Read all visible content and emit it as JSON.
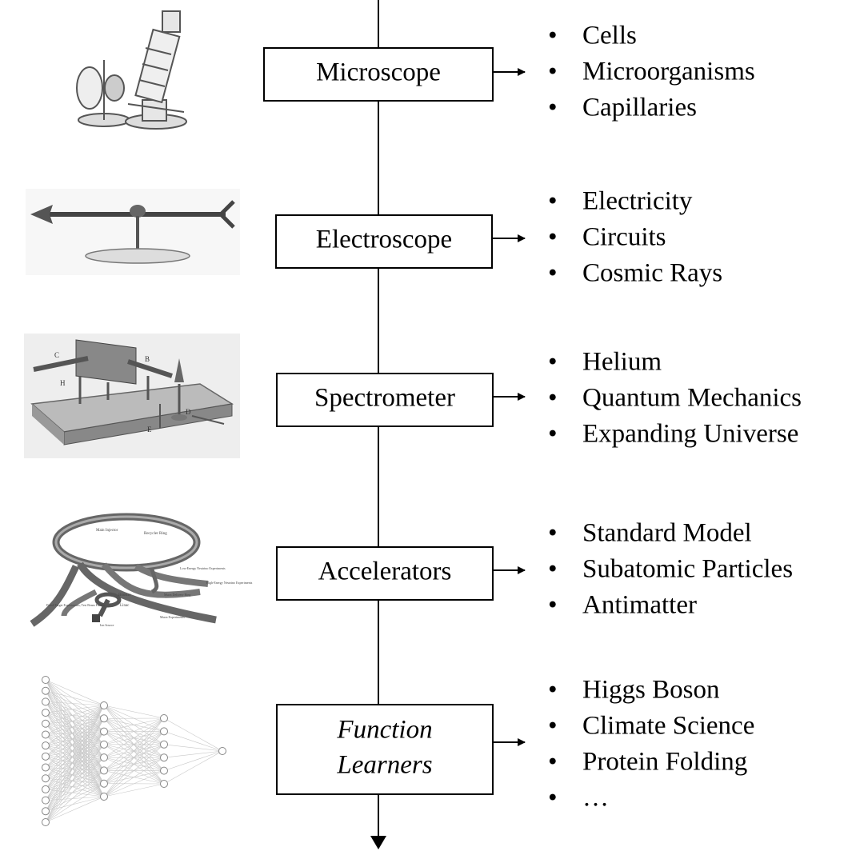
{
  "stages": [
    {
      "label": "Microscope",
      "italic": false,
      "icon": "microscope-illustration",
      "discoveries": [
        "Cells",
        "Microorganisms",
        "Capillaries"
      ]
    },
    {
      "label": "Electroscope",
      "italic": false,
      "icon": "electroscope-illustration",
      "discoveries": [
        "Electricity",
        "Circuits",
        "Cosmic Rays"
      ]
    },
    {
      "label": "Spectrometer",
      "italic": false,
      "icon": "spectrometer-illustration",
      "discoveries": [
        "Helium",
        "Quantum Mechanics",
        "Expanding Universe"
      ]
    },
    {
      "label": "Accelerators",
      "italic": false,
      "icon": "accelerator-illustration",
      "discoveries": [
        "Standard Model",
        "Subatomic Particles",
        "Antimatter"
      ]
    },
    {
      "label_lines": [
        "Function",
        "Learners"
      ],
      "italic": true,
      "icon": "neural-network-illustration",
      "discoveries": [
        "Higgs Boson",
        "Climate Science",
        "Protein Folding",
        "…"
      ]
    }
  ],
  "illustration_labels": {
    "accelerator": [
      "Main Injector",
      "Recycler Ring",
      "Low-Energy Neutrino Experiments",
      "High-Energy Neutrino Experiments",
      "Booster",
      "Muon Delivery Ring",
      "Fixed-Target Experiments, Test Beam Facility",
      "Linac",
      "Muon Experiments",
      "Ion Source"
    ],
    "spectrometer": [
      "C",
      "H",
      "B",
      "D",
      "E"
    ]
  },
  "colors": {
    "line": "#000000",
    "box_border": "#000000",
    "illustration": "#555555"
  }
}
